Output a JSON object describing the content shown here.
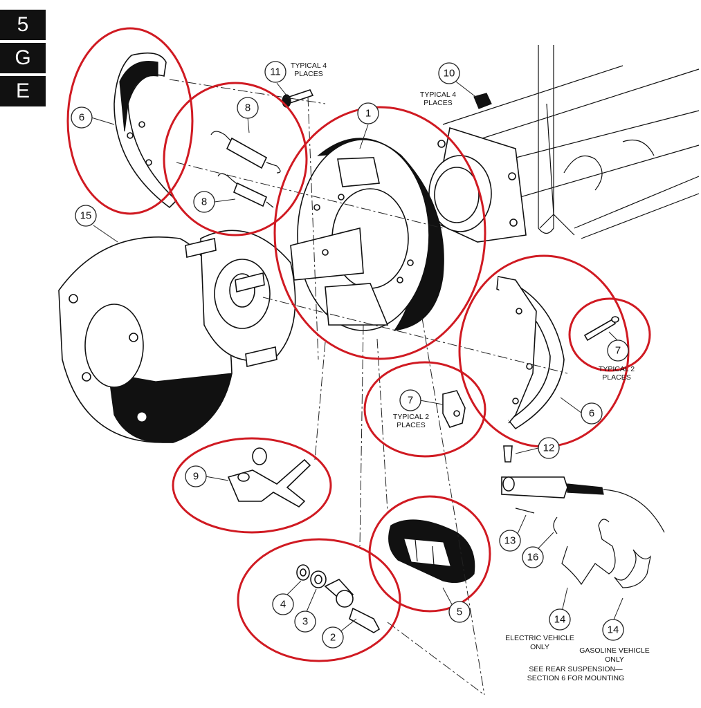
{
  "section_tabs": [
    "5",
    "G",
    "E"
  ],
  "callouts": {
    "c1": "1",
    "c2": "2",
    "c3": "3",
    "c4": "4",
    "c5": "5",
    "c6a": "6",
    "c6b": "6",
    "c7a": "7",
    "c7b": "7",
    "c8a": "8",
    "c8b": "8",
    "c9": "9",
    "c10": "10",
    "c11": "11",
    "c12": "12",
    "c13": "13",
    "c14a": "14",
    "c14b": "14",
    "c15": "15",
    "c16": "16"
  },
  "notes": {
    "typical4_a": [
      "TYPICAL 4",
      "PLACES"
    ],
    "typical4_b": [
      "TYPICAL 4",
      "PLACES"
    ],
    "typical2_a": [
      "TYPICAL 2",
      "PLACES"
    ],
    "typical2_b": [
      "TYPICAL 2",
      "PLACES"
    ],
    "electric": [
      "ELECTRIC VEHICLE",
      "ONLY"
    ],
    "gasoline": [
      "GASOLINE VEHICLE",
      "ONLY"
    ],
    "rear_susp": [
      "SEE REAR SUSPENSION—",
      "SECTION 6 FOR MOUNTING"
    ]
  },
  "colors": {
    "highlight_ring": "#d01a22",
    "ink": "#111111"
  }
}
